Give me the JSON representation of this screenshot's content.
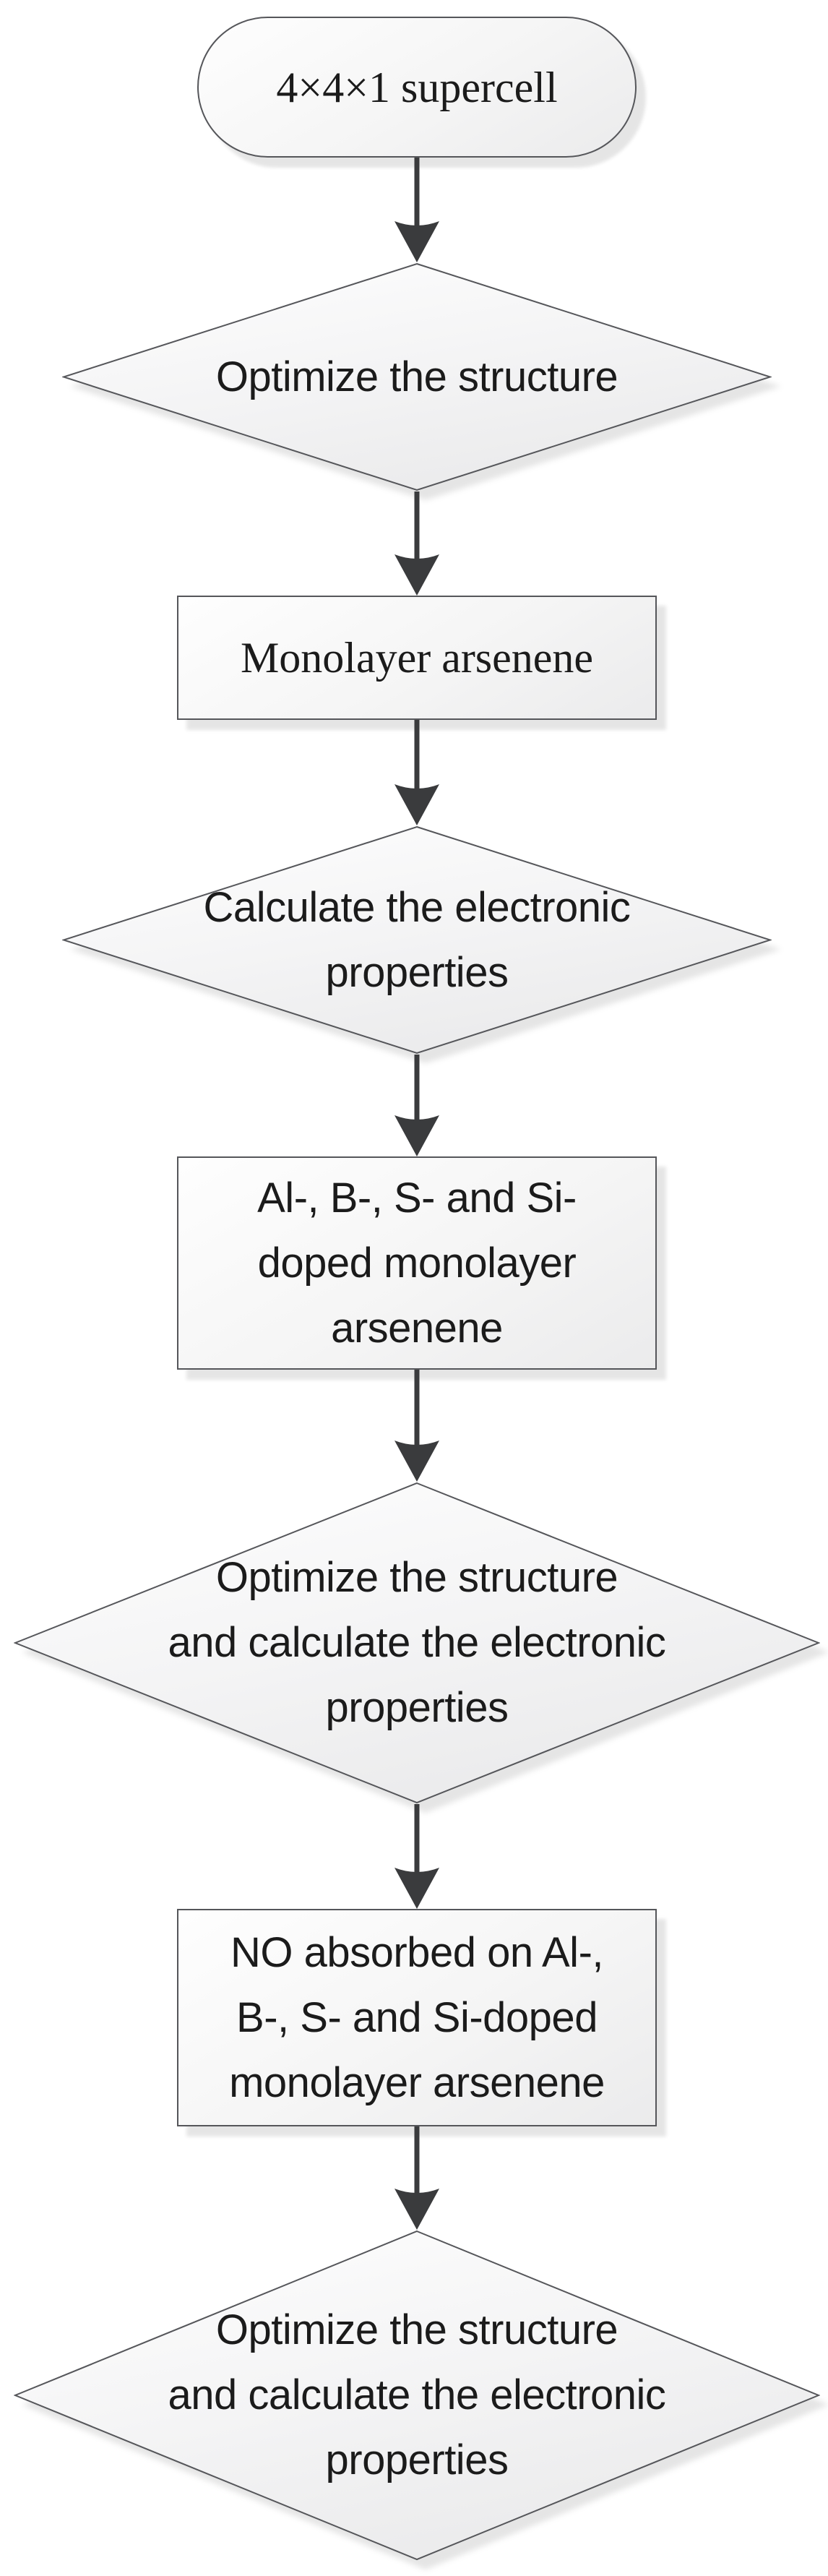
{
  "title": "Flowchart: NO adsorption study on doped monolayer arsenene",
  "colors": {
    "background": "#ffffff",
    "shape_border": "#55565a",
    "shape_fill_light": "#fefefe",
    "shape_fill_dark": "#ebebec",
    "arrow": "#3a3b3d",
    "text": "#1b1b1b",
    "shadow": "rgba(0,0,0,0.10)"
  },
  "flowchart": {
    "nodes": [
      {
        "id": "start",
        "type": "terminator",
        "label": "4×4×1 supercell"
      },
      {
        "id": "d1",
        "type": "decision",
        "label": "Optimize the structure"
      },
      {
        "id": "p1",
        "type": "process",
        "label": "Monolayer arsenene"
      },
      {
        "id": "d2",
        "type": "decision",
        "label": "Calculate the electronic properties",
        "lines": [
          "Calculate the electronic",
          "properties"
        ]
      },
      {
        "id": "p2",
        "type": "process",
        "label": "Al-, B-, S- and Si-doped monolayer arsenene",
        "lines": [
          "Al-, B-, S- and Si-",
          "doped monolayer",
          "arsenene"
        ]
      },
      {
        "id": "d3",
        "type": "decision",
        "label": "Optimize the structure and calculate the electronic properties",
        "lines": [
          "Optimize the structure",
          "and calculate the electronic",
          "properties"
        ]
      },
      {
        "id": "p3",
        "type": "process",
        "label": "NO absorbed on Al-, B-, S- and Si-doped monolayer arsenene",
        "lines": [
          "NO absorbed on Al-,",
          "B-, S- and Si-doped",
          "monolayer arsenene"
        ]
      },
      {
        "id": "d4",
        "type": "decision",
        "label": "Optimize the structure and calculate the electronic properties",
        "lines": [
          "Optimize the structure",
          "and calculate the electronic",
          "properties"
        ]
      }
    ],
    "edges": [
      {
        "from": "start",
        "to": "d1"
      },
      {
        "from": "d1",
        "to": "p1"
      },
      {
        "from": "p1",
        "to": "d2"
      },
      {
        "from": "d2",
        "to": "p2"
      },
      {
        "from": "p2",
        "to": "d3"
      },
      {
        "from": "d3",
        "to": "p3"
      },
      {
        "from": "p3",
        "to": "d4"
      }
    ]
  }
}
